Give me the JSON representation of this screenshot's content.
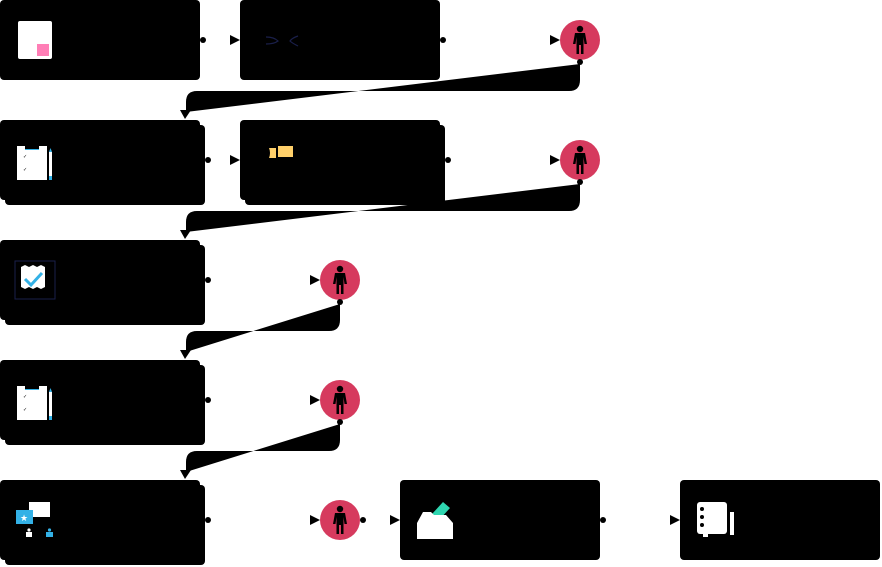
{
  "colors": {
    "box": "#000000",
    "person_circle": "#d63a5e",
    "connector": "#000000",
    "accent_pink": "#ff7eb6",
    "accent_yellow": "#ffd06a",
    "accent_blue": "#33b1e6",
    "accent_teal": "#2fd6b0"
  },
  "nodes": [
    {
      "id": "n1",
      "icon": "document-icon"
    },
    {
      "id": "n2",
      "icon": "code-icon"
    },
    {
      "id": "p1",
      "icon": "person-icon"
    },
    {
      "id": "n3",
      "icon": "clipboard-pencil-icon"
    },
    {
      "id": "n4",
      "icon": "ticket-icon"
    },
    {
      "id": "p2",
      "icon": "person-icon"
    },
    {
      "id": "n5",
      "icon": "checklist-badge-icon"
    },
    {
      "id": "p3",
      "icon": "person-icon"
    },
    {
      "id": "n6",
      "icon": "clipboard-pencil-icon"
    },
    {
      "id": "p4",
      "icon": "person-icon"
    },
    {
      "id": "n7",
      "icon": "chat-users-icon"
    },
    {
      "id": "p5",
      "icon": "person-icon"
    },
    {
      "id": "n8",
      "icon": "ballot-box-icon"
    },
    {
      "id": "n9",
      "icon": "notebook-icon"
    }
  ]
}
